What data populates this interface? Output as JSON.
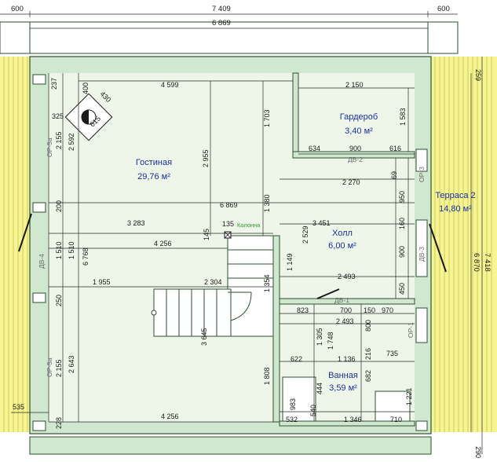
{
  "colors": {
    "wall_fill": "#cfe8cf",
    "wall_stroke": "#2f4f2f",
    "room_fill": "#eef6ea",
    "terrace_fill": "#f6f493",
    "terrace_stroke": "#c7c24a",
    "dim_line": "#2a2a2a",
    "room_label": "#1a2fa0",
    "column_label": "#2e9a2e"
  },
  "rooms": [
    {
      "name": "Гостиная",
      "area": "29,76 м²"
    },
    {
      "name": "Гардероб",
      "area": "3,40 м²"
    },
    {
      "name": "Холл",
      "area": "6,00 м²"
    },
    {
      "name": "Ванная",
      "area": "3,59 м²"
    },
    {
      "name": "Терраса 2",
      "area": "14,80 м²"
    }
  ],
  "column_label": "Колонна",
  "door_tags": [
    "ДВ-2",
    "ДВ-1",
    "ДВ-3",
    "ДВ-4"
  ],
  "window_tags": [
    "ОР-5а",
    "ОР-5а",
    "ОР-3",
    "ОР-1"
  ],
  "dims_top": [
    "600",
    "7 409",
    "600",
    "6 869"
  ],
  "dims_right": [
    "259",
    "6 870",
    "7 418",
    "290"
  ],
  "dims_left": [
    "535"
  ],
  "dims_interior": [
    "237",
    "400",
    "430",
    "615",
    "325",
    "2 155",
    "2 592",
    "4 599",
    "2 955",
    "1 703",
    "2 150",
    "1 583",
    "634",
    "900",
    "616",
    "2 270",
    "69",
    "950",
    "200",
    "6 869",
    "3 283",
    "135",
    "1 380",
    "3 451",
    "2 529",
    "160",
    "145",
    "4 256",
    "900",
    "1 510",
    "1 510",
    "6 768",
    "1 149",
    "2 493",
    "1 955",
    "2 304",
    "1 354",
    "450",
    "250",
    "823",
    "700",
    "150",
    "970",
    "2 493",
    "3 645",
    "1 305",
    "1 748",
    "800",
    "2 155",
    "2 643",
    "622",
    "1 136",
    "216",
    "735",
    "682",
    "444",
    "1 808",
    "1 221",
    "983",
    "540",
    "532",
    "1 346",
    "710",
    "228",
    "4 256"
  ]
}
